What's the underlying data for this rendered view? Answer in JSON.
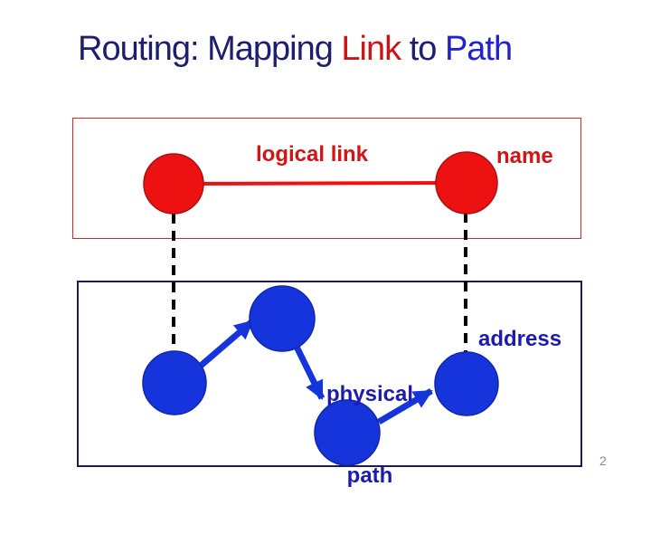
{
  "title": {
    "part1": "Routing: Mapping ",
    "part2": "Link",
    "part3": " to ",
    "part4": "Path"
  },
  "logical_layer": {
    "link_label": "logical link",
    "name_label": "name"
  },
  "physical_layer": {
    "path_label_line1": "physical",
    "path_label_line2": "path",
    "address_label": "address"
  },
  "page_number": "2",
  "colors": {
    "title_navy": "#1E1E6E",
    "title_link_red": "#CC1414",
    "title_path_blue": "#2222CC",
    "red_shape": "#EE1111",
    "red_text": "#D21414",
    "logical_box_border": "#CC2B2B",
    "blue_shape": "#1634DB",
    "blue_text": "#1B1BB0",
    "physical_box_border": "#1C1C52",
    "dashed_line": "#000000",
    "page_number_gray": "#8A8A8A",
    "background": "#FFFFFF"
  }
}
